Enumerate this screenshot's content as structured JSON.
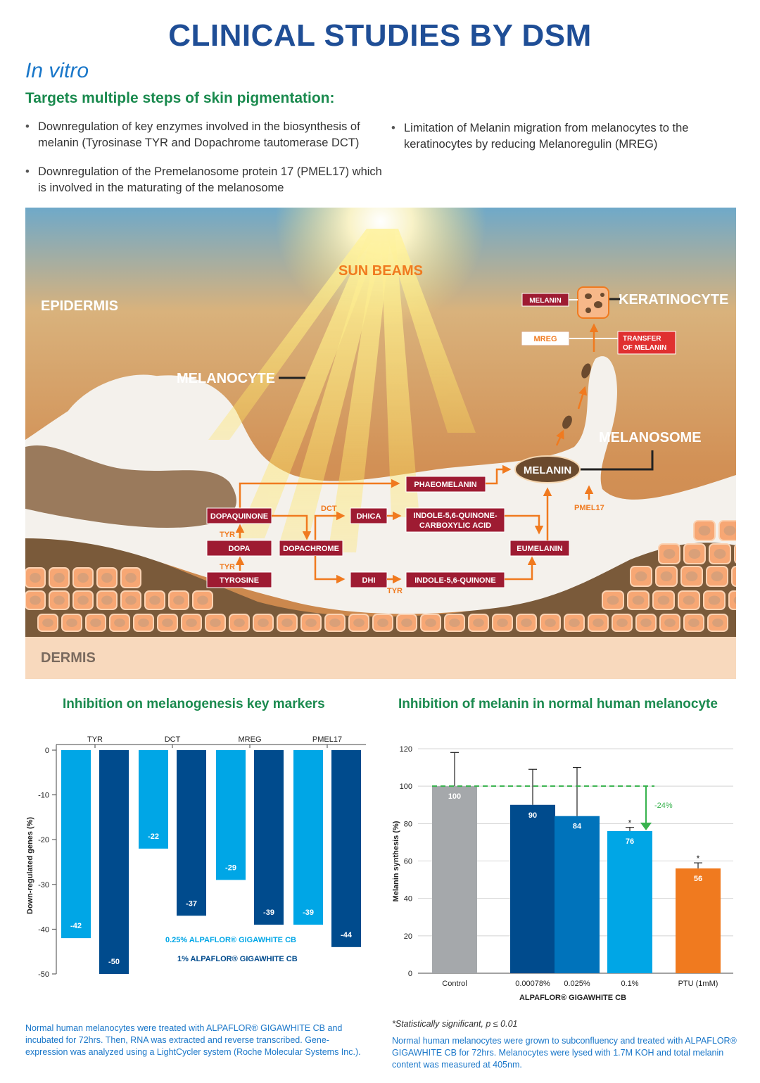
{
  "header": {
    "title": "CLINICAL STUDIES BY DSM",
    "subtitle": "In vitro",
    "targets_heading": "Targets multiple steps of skin pigmentation:"
  },
  "bullets": [
    "Downregulation of key enzymes involved in the biosynthesis of melanin (Tyrosinase TYR and Dopachrome tautomerase DCT)",
    "Downregulation of the Premelanosome protein 17 (PMEL17) which is involved in the maturating of the melanosome",
    "Limitation of Melanin migration from melanocytes to the keratinocytes by reducing Melanoregulin (MREG)"
  ],
  "diagram": {
    "sun_beams": "SUN BEAMS",
    "epidermis": "EPIDERMIS",
    "dermis": "DERMIS",
    "melanocyte": "MELANOCYTE",
    "melanosome": "MELANOSOME",
    "keratinocyte": "KERATINOCYTE",
    "melanin_small": "MELANIN",
    "mreg": "MREG",
    "transfer_1": "TRANSFER",
    "transfer_2": "OF MELANIN",
    "melanin": "MELANIN",
    "pmel17": "PMEL17",
    "phaeomelanin": "PHAEOMELANIN",
    "dopaquinone": "DOPAQUINONE",
    "dct": "DCT",
    "dhica": "DHICA",
    "iqca_1": "INDOLE-5,6-QUINONE-",
    "iqca_2": "CARBOXYLIC ACID",
    "tyr_1": "TYR",
    "dopa": "DOPA",
    "dopachrome": "DOPACHROME",
    "eumelanin": "EUMELANIN",
    "tyr_2": "TYR",
    "tyrosine": "TYROSINE",
    "dhi": "DHI",
    "iq": "INDOLE-5,6-QUINONE",
    "tyr_3": "TYR"
  },
  "colors": {
    "title_blue": "#1f4e96",
    "green": "#1a8a4e",
    "light_blue": "#00a6e6",
    "dark_blue": "#004b8d",
    "mid_blue": "#0073bb",
    "grey": "#a5a8ab",
    "orange": "#f07a1f",
    "pathway_red": "#9e1b32"
  },
  "left_chart_title": "Inhibition on melanogenesis key markers",
  "right_chart_title": "Inhibition of melanin in normal human melanocyte",
  "chart_data": [
    {
      "type": "bar",
      "title": "Inhibition on melanogenesis key markers",
      "categories": [
        "TYR",
        "DCT",
        "MREG",
        "PMEL17"
      ],
      "series": [
        {
          "name": "0.25%  ALPAFLOR® GIGAWHITE CB",
          "values": [
            -42,
            -22,
            -29,
            -39
          ]
        },
        {
          "name": "1%  ALPAFLOR® GIGAWHITE CB",
          "values": [
            -50,
            -37,
            -39,
            -44
          ]
        }
      ],
      "ylabel": "Down-regulated genes (%)",
      "ylim": [
        -50,
        0
      ],
      "yticks": [
        0,
        -10,
        -20,
        -30,
        -40,
        -50
      ]
    },
    {
      "type": "bar",
      "title": "Inhibition of melanin in normal human melanocyte",
      "categories": [
        "Control",
        "0.00078%",
        "0.025%",
        "0.1%",
        "PTU (1mM)"
      ],
      "values": [
        100,
        90,
        84,
        76,
        56
      ],
      "error_upper": [
        118,
        109,
        110,
        78,
        59
      ],
      "significant": [
        false,
        false,
        false,
        true,
        true
      ],
      "sig_mark": "*",
      "ylabel": "Melanin synthesis (%)",
      "xlabel": "ALPAFLOR® GIGAWHITE CB",
      "ylim": [
        0,
        120
      ],
      "yticks": [
        0,
        20,
        40,
        60,
        80,
        100,
        120
      ],
      "reference_line": 100,
      "reduction_label": "-24%"
    }
  ],
  "notes": {
    "left": "Normal human melanocytes were treated with ALPAFLOR® GIGAWHITE CB and incubated for 72hrs. Then, RNA was extracted and reverse transcribed. Gene-expression was analyzed using a LightCycler system (Roche Molecular Systems Inc.).",
    "significance": "*Statistically significant, p ≤ 0.01",
    "right": "Normal human melanocytes were grown to subconfluency and treated with ALPAFLOR® GIGAWHITE CB for 72hrs. Melanocytes were lysed with 1.7M KOH and total melanin content was measured at 405nm."
  }
}
